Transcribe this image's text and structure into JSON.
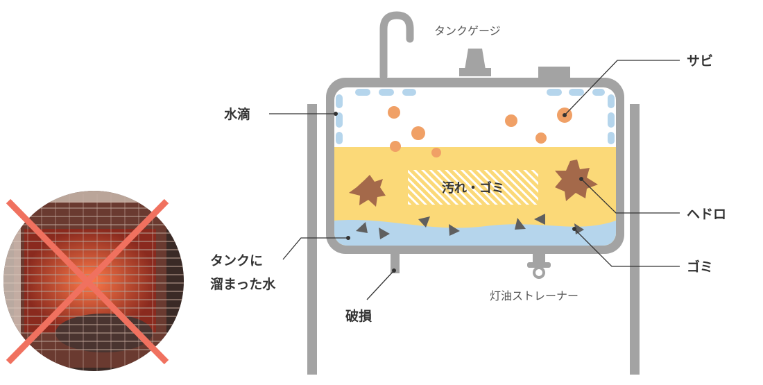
{
  "labels": {
    "tank_gauge": "タンクゲージ",
    "rust": "サビ",
    "water_drops": "水滴",
    "dirt_dust": "汚れ・ゴミ",
    "sludge": "ヘドロ",
    "water_line1": "タンクに",
    "water_line2": "溜まった水",
    "dust": "ゴミ",
    "damage": "破損",
    "strainer": "灯油ストレーナー"
  },
  "colors": {
    "tank_frame": "#a3a3a3",
    "kerosene": "#fbd978",
    "water": "#b5d5ec",
    "rust_dot": "#f0a066",
    "sludge": "#a4694a",
    "debris": "#5f5f5f",
    "cross": "#f0715f",
    "leader_line": "#333333"
  },
  "photo": {
    "icon": "heater-photo-icon",
    "crossed_out": true
  }
}
